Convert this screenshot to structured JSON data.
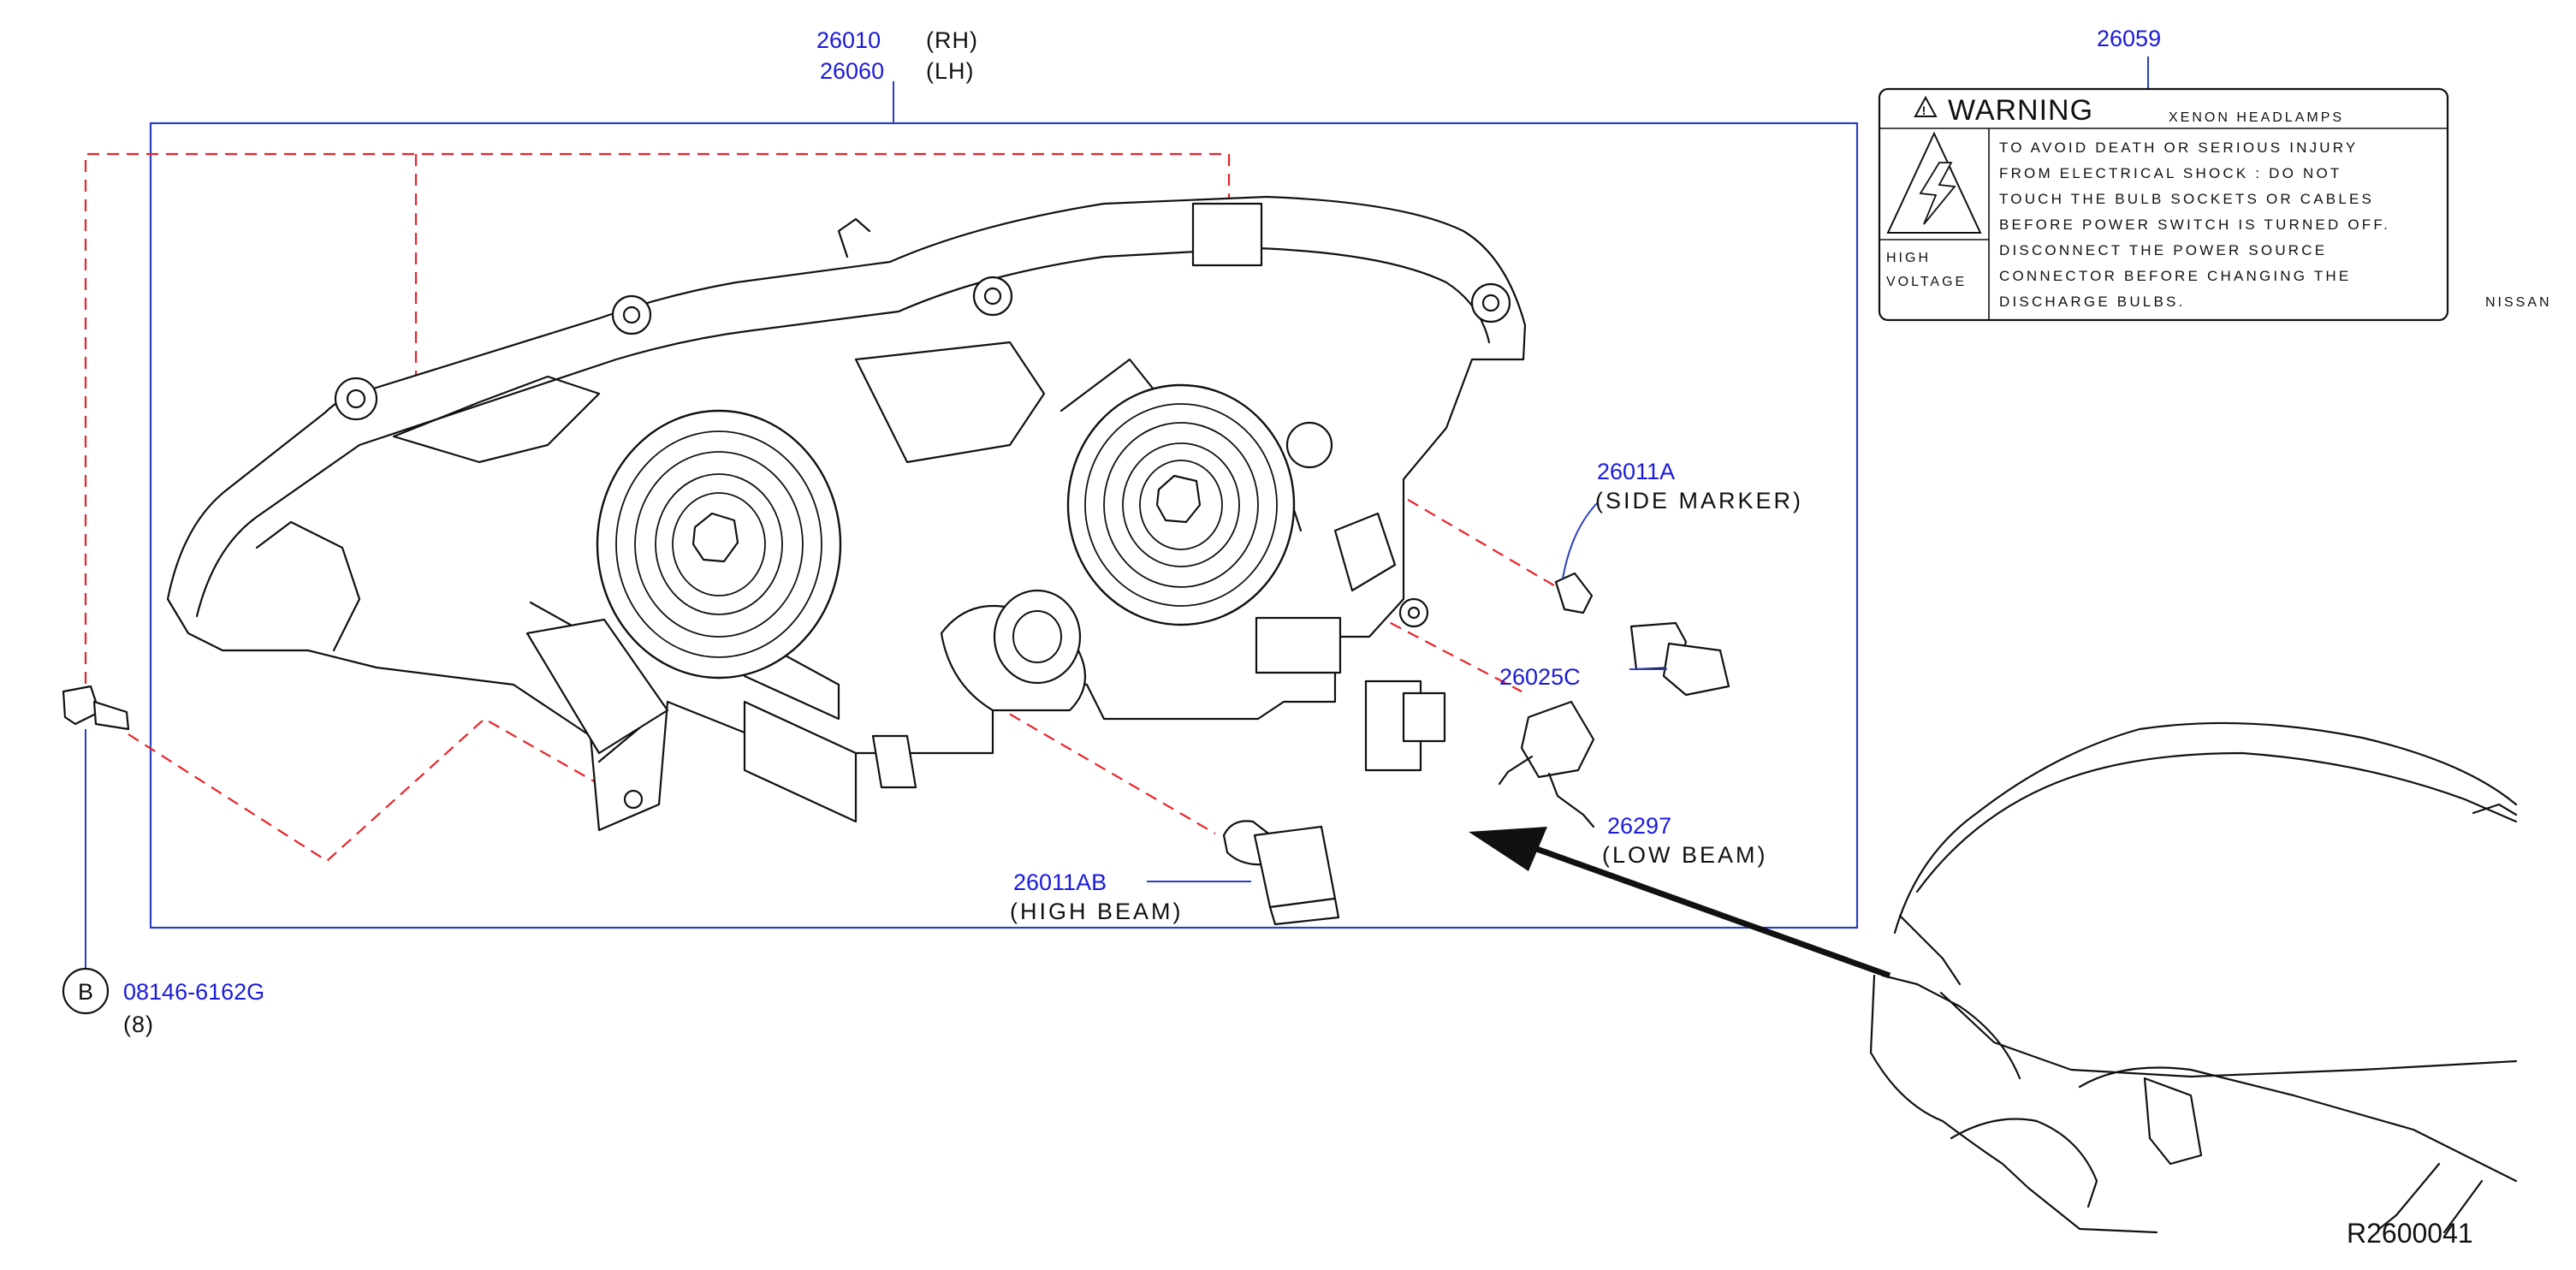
{
  "diagram_id": "R2600041",
  "parts": {
    "headlamp_rh": {
      "number": "26010",
      "side": "(RH)"
    },
    "headlamp_lh": {
      "number": "26060",
      "side": "(LH)"
    },
    "warning_label": {
      "number": "26059"
    },
    "side_marker": {
      "number": "26011A",
      "desc": "(SIDE   MARKER)"
    },
    "socket": {
      "number": "26025C"
    },
    "low_beam": {
      "number": "26297",
      "desc": "(LOW   BEAM)"
    },
    "high_beam": {
      "number": "26011AB",
      "desc": "(HIGH   BEAM)"
    },
    "bolt": {
      "marker": "B",
      "number": "08146-6162G",
      "qty": "(8)"
    }
  },
  "warning": {
    "title": "WARNING",
    "subtitle": "XENON   HEADLAMPS",
    "lines": [
      "TO   AVOID   DEATH   OR   SERIOUS   INJURY",
      "FROM   ELECTRICAL   SHOCK   :   DO   NOT",
      "TOUCH   THE   BULB   SOCKETS   OR   CABLES",
      "BEFORE   POWER   SWITCH   IS   TURNED   OFF.",
      "DISCONNECT   THE   POWER   SOURCE",
      "CONNECTOR   BEFORE   CHANGING   THE",
      "DISCHARGE   BULBS."
    ],
    "hv_line1": "HIGH",
    "hv_line2": "VOLTAGE",
    "brand": "NISSAN"
  },
  "colors": {
    "part_number": "#1a1adc",
    "callout_line": "#2a3fc0",
    "dashed_guide": "#e8232a",
    "outline": "#111111"
  }
}
